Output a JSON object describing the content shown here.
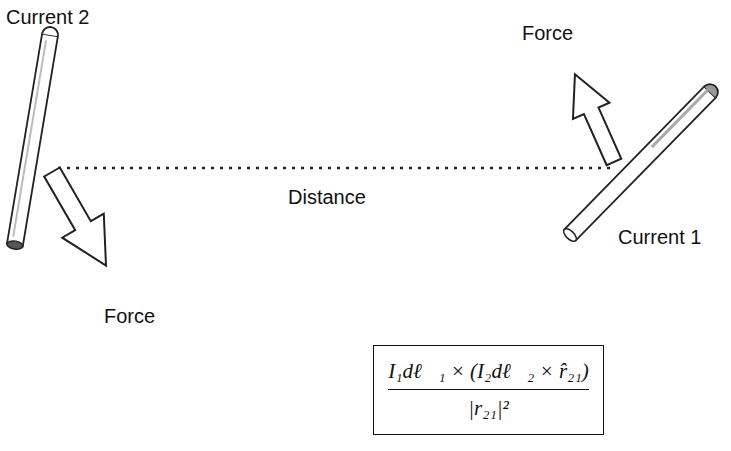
{
  "diagram": {
    "nodes": [
      {
        "text": [
          "I₁dℓ⃗₁ × (I₂dℓ⃗₂ × r̂₂₁)",
          "|r₂₁|²"
        ]
      }
    ],
    "labels": [
      "Current 2",
      "Force",
      "Distance",
      "Current 1",
      "Force"
    ]
  }
}
